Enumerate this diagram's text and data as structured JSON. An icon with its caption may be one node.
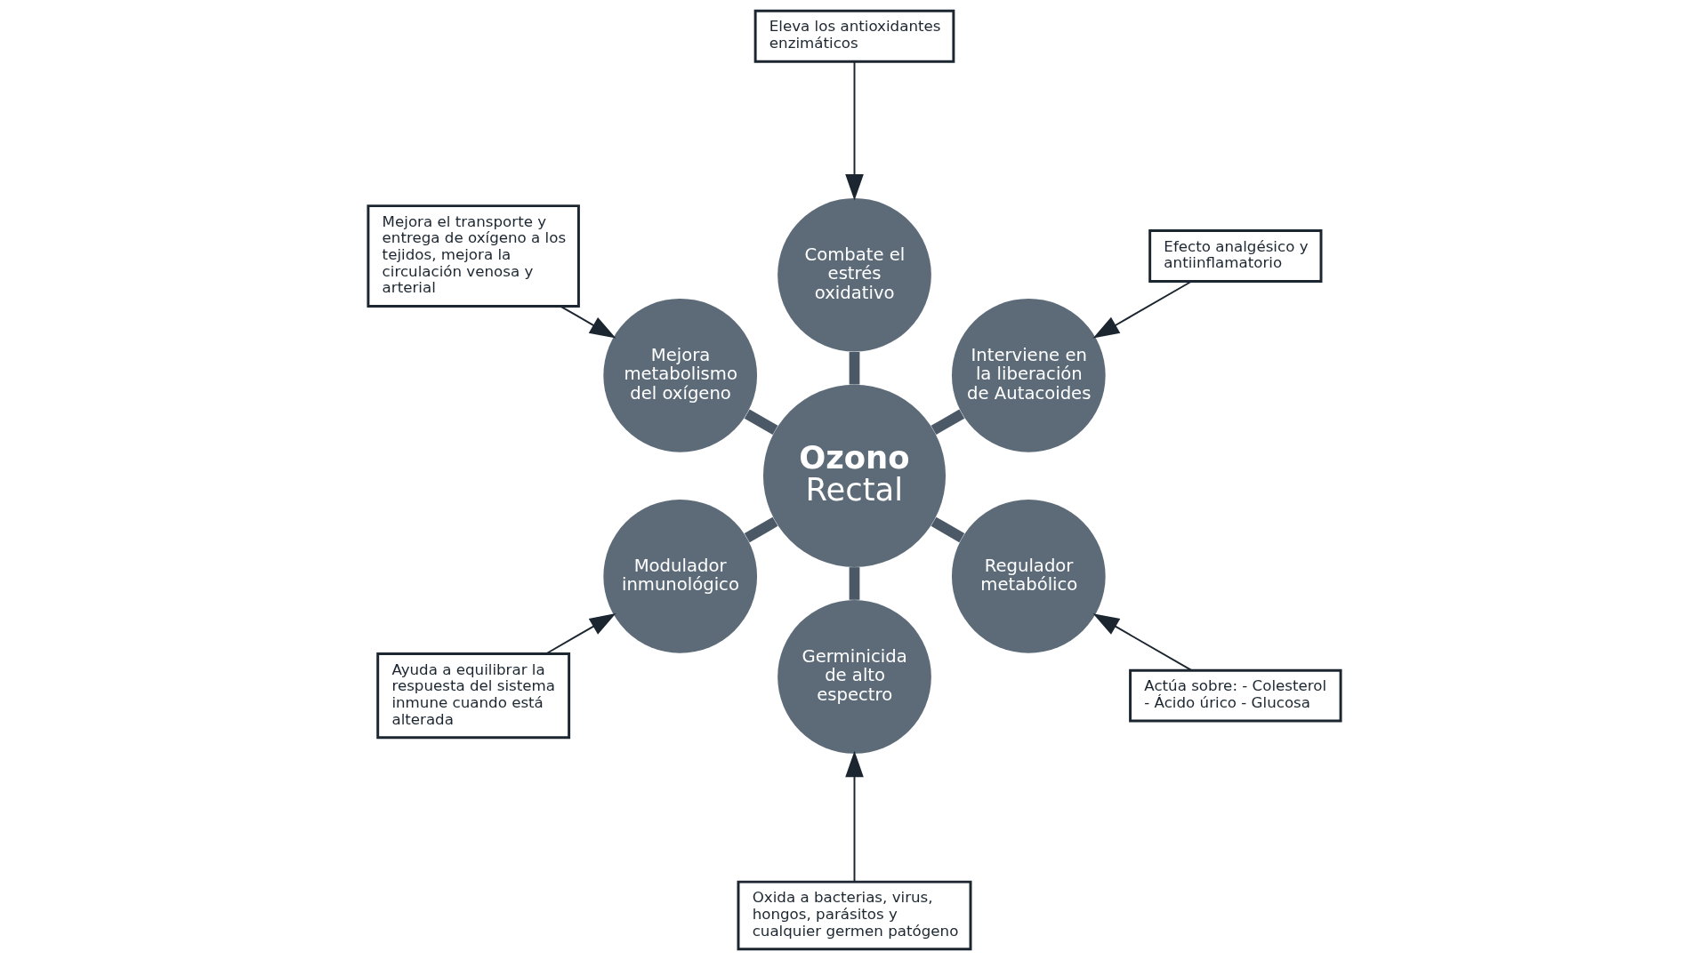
{
  "diagram": {
    "nodes": [
      {
        "text": [
          "Ozono",
          "Rectal"
        ]
      },
      {
        "text": [
          "Combate el estrés oxidativo"
        ]
      },
      {
        "text": [
          "Eleva los antioxidantes enzimáticos"
        ]
      },
      {
        "text": [
          "Interviene en la liberación de Autacoides"
        ]
      },
      {
        "text": [
          "Efecto analgésico y antiinflamatorio"
        ]
      },
      {
        "text": [
          "Regulador metabólico"
        ]
      },
      {
        "text": [
          "Actúa sobre: - Colesterol - Ácido úrico - Glucosa"
        ]
      },
      {
        "text": [
          "Germinicida de alto espectro"
        ]
      },
      {
        "text": [
          "Oxida a bacterias, virus, hongos, parásitos y cualquier germen patógeno"
        ]
      },
      {
        "text": [
          "Modulador inmunológico"
        ]
      },
      {
        "text": [
          "Ayuda a equilibrar la respuesta del sistema inmune cuando está alterada"
        ]
      },
      {
        "text": [
          "Mejora metabolismo del oxígeno"
        ]
      },
      {
        "text": [
          "Mejora el transporte y entrega de oxígeno a los tejidos, mejora la circulación venosa y arterial"
        ]
      }
    ],
    "edges": [
      {
        "from": 0,
        "to": 1,
        "arrow": "none",
        "style": "thick",
        "color": "#4b5966"
      },
      {
        "from": 0,
        "to": 3,
        "arrow": "none",
        "style": "thick",
        "color": "#4b5966"
      },
      {
        "from": 0,
        "to": 5,
        "arrow": "none",
        "style": "thick",
        "color": "#4b5966"
      },
      {
        "from": 0,
        "to": 7,
        "arrow": "none",
        "style": "thick",
        "color": "#4b5966"
      },
      {
        "from": 0,
        "to": 9,
        "arrow": "none",
        "style": "thick",
        "color": "#4b5966"
      },
      {
        "from": 0,
        "to": 11,
        "arrow": "none",
        "style": "thick",
        "color": "#4b5966"
      },
      {
        "from": 2,
        "to": 1,
        "arrow": "to",
        "color": "#1c2630"
      },
      {
        "from": 4,
        "to": 3,
        "arrow": "to",
        "color": "#1c2630"
      },
      {
        "from": 6,
        "to": 5,
        "arrow": "to",
        "color": "#1c2630"
      },
      {
        "from": 8,
        "to": 7,
        "arrow": "to",
        "color": "#1c2630"
      },
      {
        "from": 10,
        "to": 9,
        "arrow": "to",
        "color": "#1c2630"
      },
      {
        "from": 12,
        "to": 11,
        "arrow": "to",
        "color": "#1c2630"
      }
    ]
  }
}
